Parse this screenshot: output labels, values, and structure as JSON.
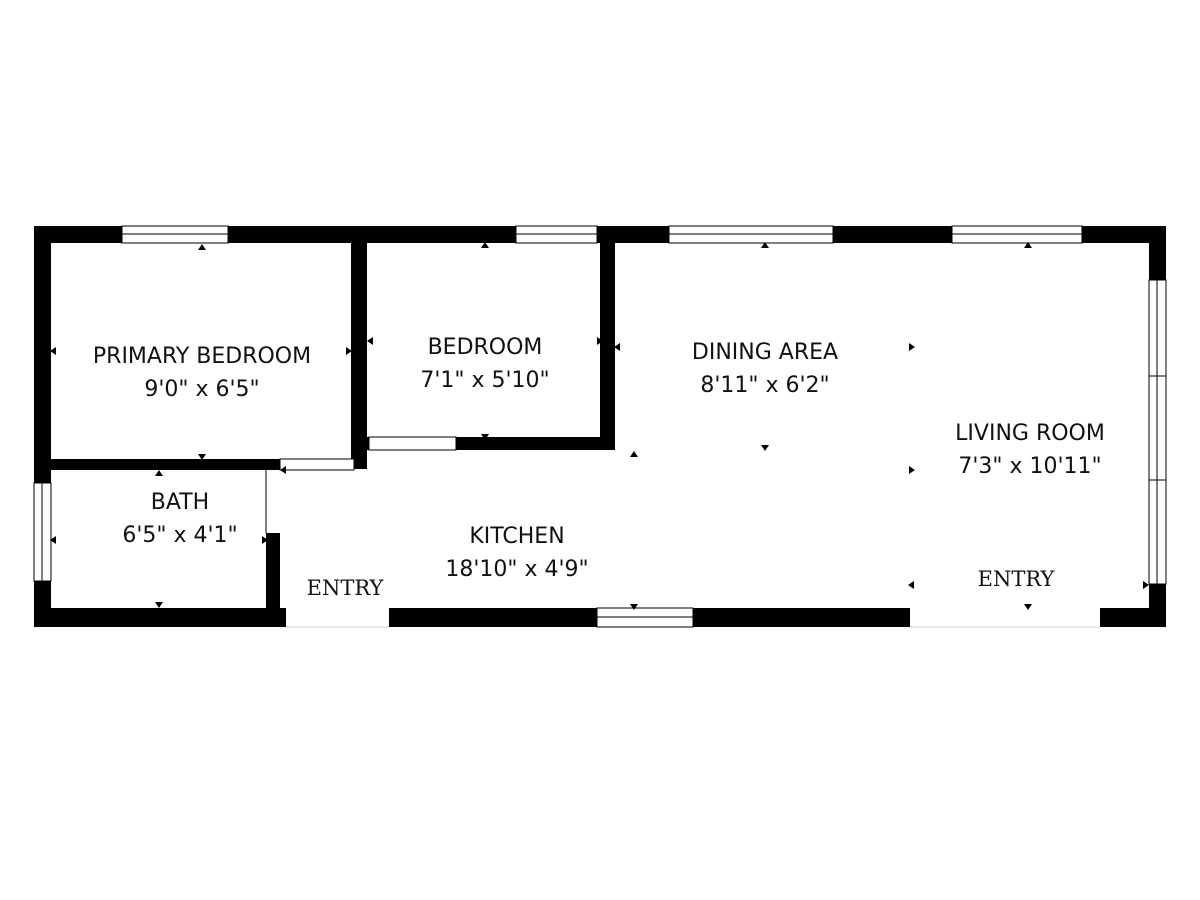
{
  "floor_plan": {
    "rooms": [
      {
        "id": "primary-bedroom",
        "name": "PRIMARY BEDROOM",
        "dims": "9'0\" x 6'5\""
      },
      {
        "id": "bedroom",
        "name": "BEDROOM",
        "dims": "7'1\" x 5'10\""
      },
      {
        "id": "dining-area",
        "name": "DINING AREA",
        "dims": "8'11\" x 6'2\""
      },
      {
        "id": "living-room",
        "name": "LIVING ROOM",
        "dims": "7'3\" x 10'11\""
      },
      {
        "id": "bath",
        "name": "BATH",
        "dims": "6'5\" x 4'1\""
      },
      {
        "id": "kitchen",
        "name": "KITCHEN",
        "dims": "18'10\" x 4'9\""
      }
    ],
    "entries": [
      "ENTRY",
      "ENTRY"
    ],
    "colors": {
      "wall": "#000000",
      "background": "#ffffff"
    }
  }
}
